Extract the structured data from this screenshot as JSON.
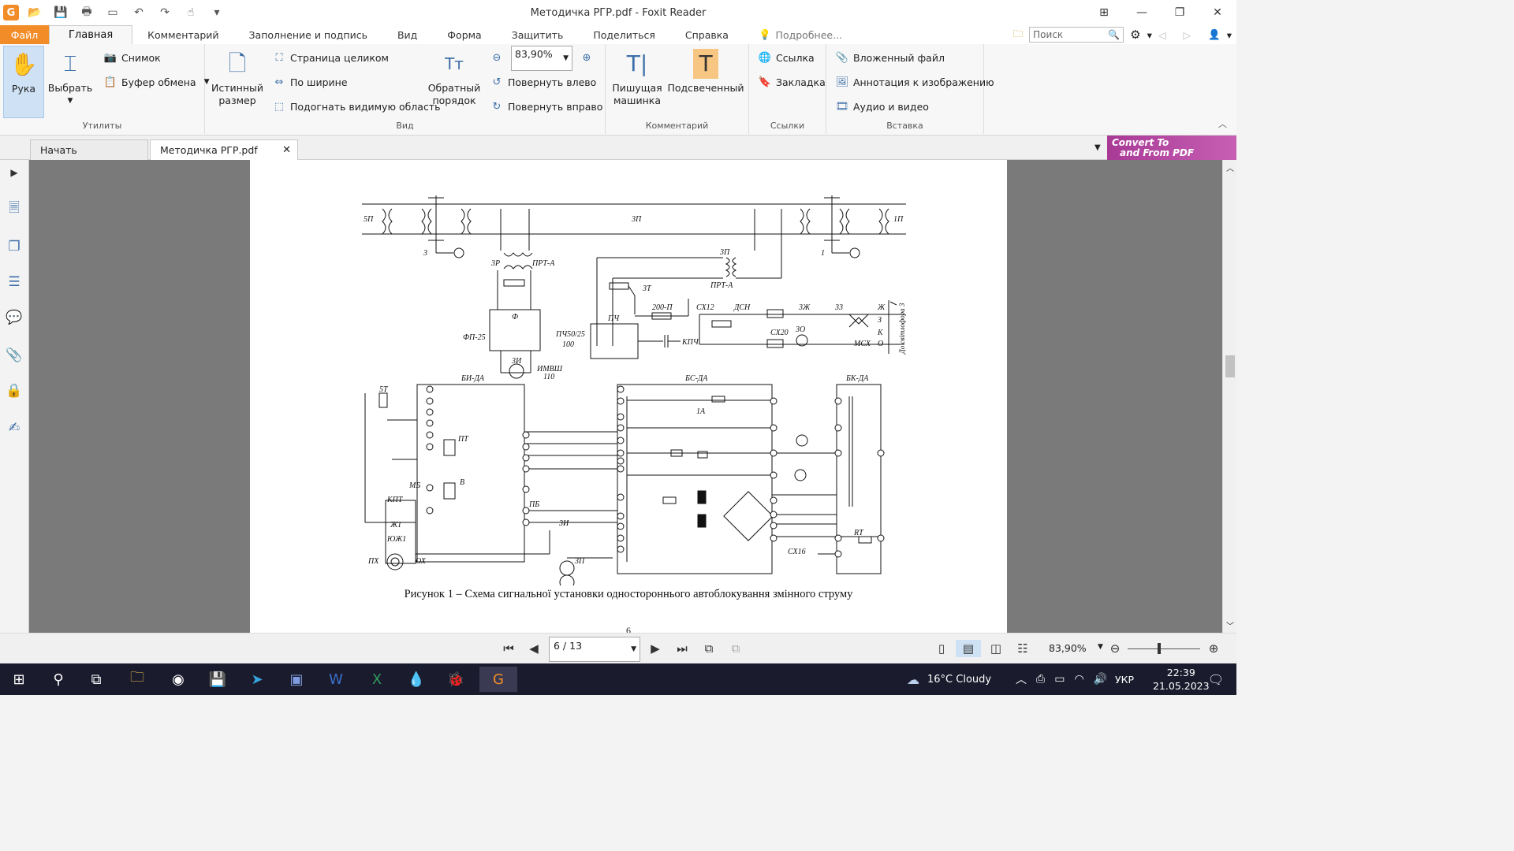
{
  "window": {
    "title": "Методичка РГР.pdf - Foxit Reader",
    "app_logo": "G"
  },
  "menu": {
    "file": "Файл",
    "tabs": [
      "Главная",
      "Комментарий",
      "Заполнение и подпись",
      "Вид",
      "Форма",
      "Защитить",
      "Поделиться",
      "Справка"
    ],
    "tell_me": "Подробнее...",
    "search_placeholder": "Поиск"
  },
  "ribbon": {
    "utilities": {
      "hand": "Рука",
      "select": "Выбрать",
      "snapshot": "Снимок",
      "clipboard": "Буфер обмена",
      "group": "Утилиты"
    },
    "view": {
      "actual_size": "Истинный размер",
      "fit_page": "Страница целиком",
      "fit_width": "По ширине",
      "fit_visible": "Подогнать видимую область",
      "reverse_order": "Обратный порядок",
      "zoom_value": "83,90%",
      "rotate_left": "Повернуть влево",
      "rotate_right": "Повернуть вправо",
      "group": "Вид"
    },
    "comment": {
      "typewriter": "Пишущая машинка",
      "highlight": "Подсвеченный",
      "group": "Комментарий"
    },
    "links": {
      "link": "Ссылка",
      "bookmark": "Закладка",
      "group": "Ссылки"
    },
    "insert": {
      "attachment": "Вложенный файл",
      "image_annotation": "Аннотация к изображению",
      "audio_video": "Аудио и видео",
      "group": "Вставка"
    }
  },
  "doc_tabs": {
    "start": "Начать",
    "current": "Методичка РГР.pdf",
    "ad_line1": "Convert To",
    "ad_line2": "and From PDF"
  },
  "document": {
    "caption": "Рисунок 1 – Схема сигнальної установки одностороннього автоблокування змінного струму",
    "page_number": "6",
    "diagram_labels": {
      "l_5p": "5П",
      "l_3p": "3П",
      "l_1p": "1П",
      "l_3": "3",
      "l_1": "1",
      "l_3r": "3Р",
      "l_prta1": "ПРТ-А",
      "l_prta2": "ПРТ-А",
      "l_3p2": "3П",
      "l_f": "Ф",
      "l_fp25": "ФП-25",
      "l_pch": "ПЧ50/25",
      "l_100": "100",
      "l_3i": "3И",
      "l_imvsh": "ИМВШ",
      "l_110": "110",
      "l_3t": "3Т",
      "l_200p": "200-П",
      "l_pch2": "ПЧ",
      "l_kpch": "КПЧ",
      "l_sx12": "СХ12",
      "l_dsn": "ДСН",
      "l_3zh": "3Ж",
      "l_33": "33",
      "l_sx20": "СХ20",
      "l_3o": "3О",
      "l_msx": "МСХ",
      "l_zh": "Ж",
      "l_z": "З",
      "l_k": "К",
      "l_o": "О",
      "l_dosv": "До світлофора 3",
      "l_bida": "БИ-ДА",
      "l_bsda": "БС-ДА",
      "l_bkda": "БК-ДА",
      "l_5t": "5Т",
      "l_pt": "ПТ",
      "l_mb": "МБ",
      "l_v": "В",
      "l_pb": "ПБ",
      "l_kpt": "КПТ",
      "l_zh1": "Ж1",
      "l_yuzh1": "ЮЖ1",
      "l_px": "ПХ",
      "l_ox": "ОХ",
      "l_1a": "1А",
      "l_sx16": "СХ16",
      "l_rt": "RT",
      "l_3i2": "3И",
      "l_3p3": "3П"
    }
  },
  "statusbar": {
    "page_indicator": "6 / 13",
    "zoom": "83,90%"
  },
  "taskbar": {
    "weather": "16°C  Cloudy",
    "lang": "УКР",
    "time": "22:39",
    "date": "21.05.2023"
  }
}
